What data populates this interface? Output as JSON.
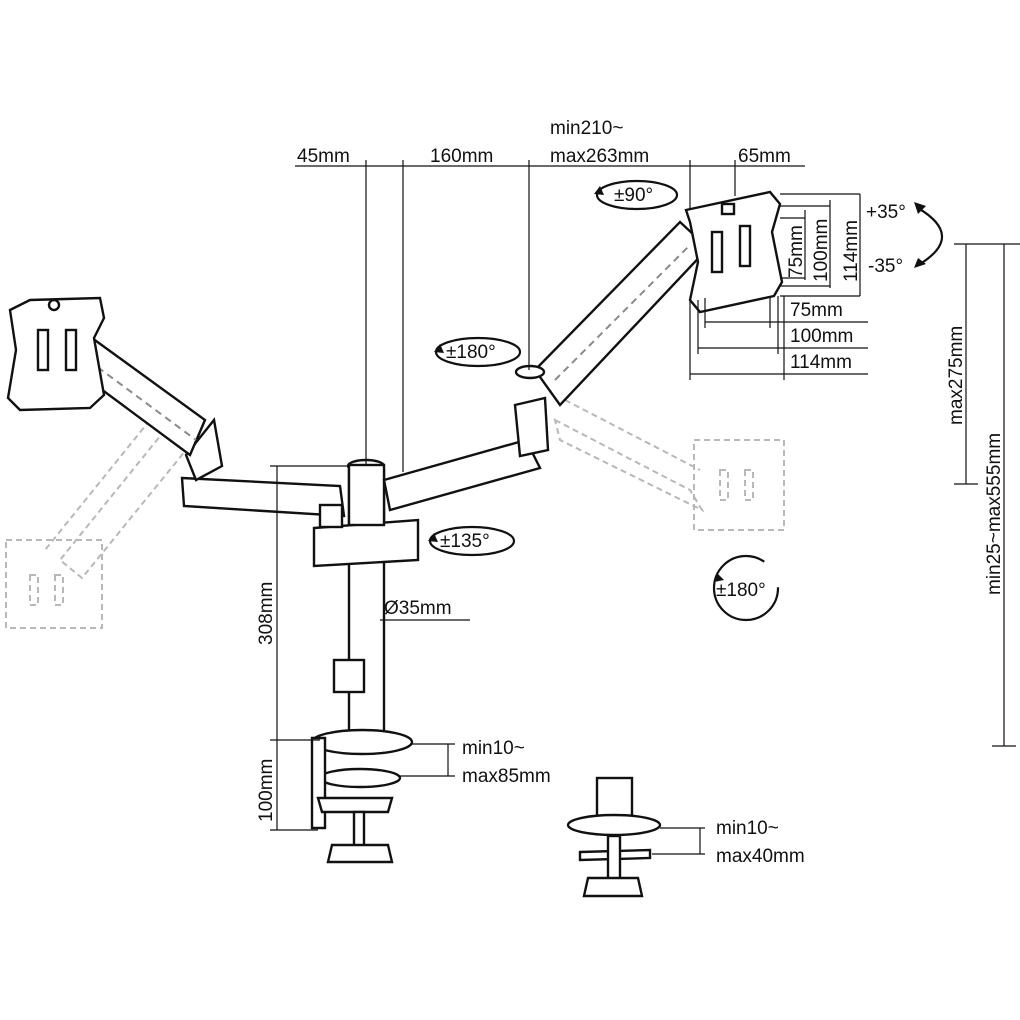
{
  "dimensions": {
    "top": {
      "d45": "45mm",
      "d160": "160mm",
      "dmin210": "min210~",
      "dmax263": "max263mm",
      "d65": "65mm"
    },
    "right_vertical": {
      "max275": "max275mm",
      "min25max555": "min25~max555mm"
    },
    "vesa_vertical": {
      "v75": "75mm",
      "v100": "100mm",
      "v114": "114mm"
    },
    "vesa_horizontal": {
      "h75": "75mm",
      "h100": "100mm",
      "h114": "114mm"
    },
    "pole": {
      "height": "308mm",
      "diameter": "Ø35mm"
    },
    "clamp": {
      "height": "100mm",
      "min": "min10~",
      "max": "max85mm"
    },
    "grommet": {
      "min": "min10~",
      "max": "max40mm"
    }
  },
  "rotations": {
    "swivel90": "±90°",
    "tilt_up": "+35°",
    "tilt_down": "-35°",
    "arm180": "±180°",
    "arm135": "±135°",
    "rotate180": "±180°"
  }
}
